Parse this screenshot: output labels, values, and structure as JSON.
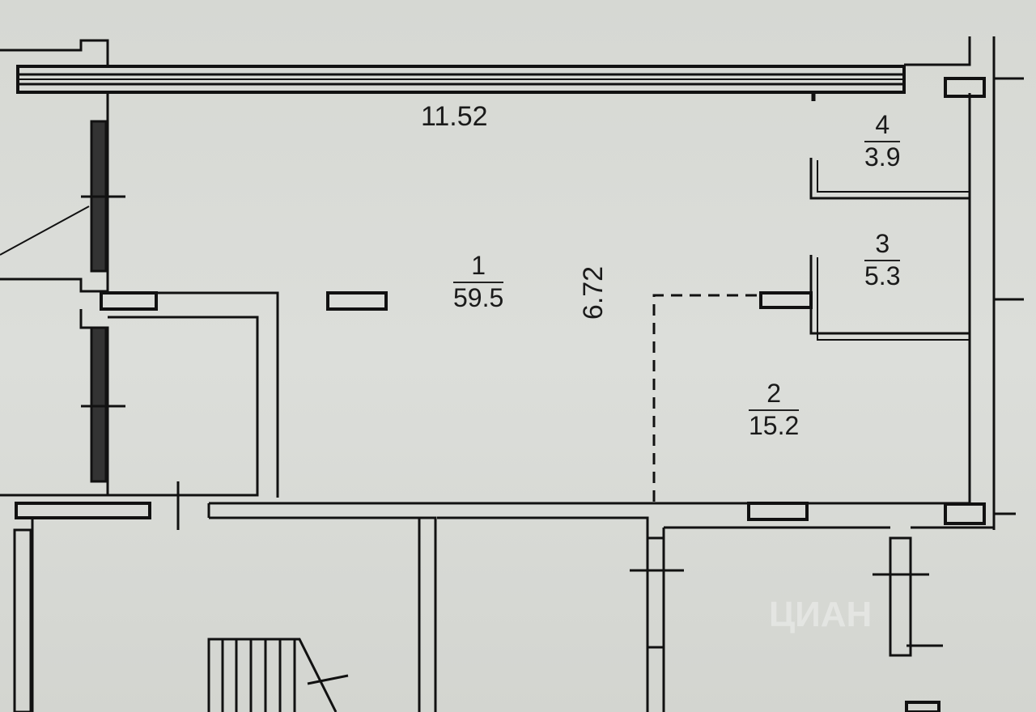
{
  "dimensions": {
    "width_label": "11.52",
    "depth_label": "6.72"
  },
  "rooms": [
    {
      "number": "1",
      "area": "59.5"
    },
    {
      "number": "2",
      "area": "15.2"
    },
    {
      "number": "3",
      "area": "5.3"
    },
    {
      "number": "4",
      "area": "3.9"
    }
  ],
  "watermark": "ЦИАН"
}
